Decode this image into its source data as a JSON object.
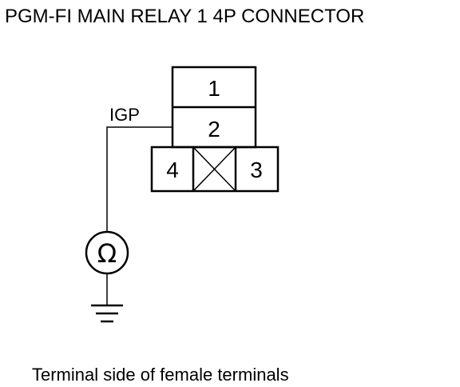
{
  "title": "PGM-FI MAIN RELAY 1 4P CONNECTOR",
  "wire_label": "IGP",
  "connector": {
    "terminals": {
      "t1": "1",
      "t2": "2",
      "t3": "3",
      "t4": "4"
    }
  },
  "meter_symbol": "Ω",
  "caption": "Terminal side of female terminals",
  "icons": {
    "meter": "ohmmeter-icon",
    "ground": "ground-icon",
    "blocked_cavity": "blocked-cavity-icon"
  }
}
